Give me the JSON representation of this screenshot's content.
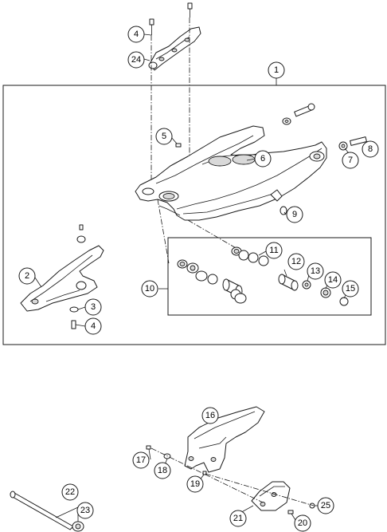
{
  "callouts": [
    {
      "id": "c1",
      "label": "1"
    },
    {
      "id": "c2",
      "label": "2"
    },
    {
      "id": "c3",
      "label": "3"
    },
    {
      "id": "c4a",
      "label": "4"
    },
    {
      "id": "c4b",
      "label": "4"
    },
    {
      "id": "c5",
      "label": "5"
    },
    {
      "id": "c6",
      "label": "6"
    },
    {
      "id": "c7",
      "label": "7"
    },
    {
      "id": "c8",
      "label": "8"
    },
    {
      "id": "c9",
      "label": "9"
    },
    {
      "id": "c10",
      "label": "10"
    },
    {
      "id": "c11",
      "label": "11"
    },
    {
      "id": "c12",
      "label": "12"
    },
    {
      "id": "c13",
      "label": "13"
    },
    {
      "id": "c14",
      "label": "14"
    },
    {
      "id": "c15",
      "label": "15"
    },
    {
      "id": "c16",
      "label": "16"
    },
    {
      "id": "c17",
      "label": "17"
    },
    {
      "id": "c18",
      "label": "18"
    },
    {
      "id": "c19",
      "label": "19"
    },
    {
      "id": "c20",
      "label": "20"
    },
    {
      "id": "c21",
      "label": "21"
    },
    {
      "id": "c22",
      "label": "22"
    },
    {
      "id": "c23",
      "label": "23"
    },
    {
      "id": "c24",
      "label": "24"
    },
    {
      "id": "c25",
      "label": "25"
    }
  ]
}
